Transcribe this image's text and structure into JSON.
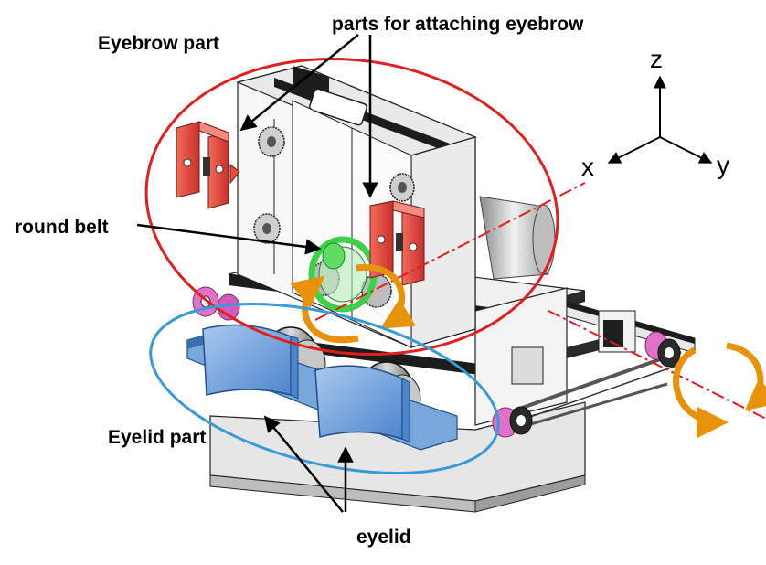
{
  "labels": {
    "eyebrow_part": "Eyebrow part",
    "parts_attaching": "parts for attaching eyebrow",
    "round_belt": "round belt",
    "eyelid_part": "Eyelid part",
    "eyelid": "eyelid"
  },
  "axes": {
    "z": "z",
    "x": "x",
    "y": "y"
  },
  "colors": {
    "eyebrow_ellipse": "#e02020",
    "eyelid_ellipse": "#3a9ad6",
    "eyebrow_block": "#e84a3c",
    "eyelid_shell": "#6fa8e0",
    "belt": "#3fd04a",
    "rotation_arrow": "#e8920a",
    "axis_line": "#e02020",
    "pulley_pink": "#e070c8"
  },
  "icons": [
    "rotation-arrow-icon",
    "axis-triad-icon"
  ]
}
